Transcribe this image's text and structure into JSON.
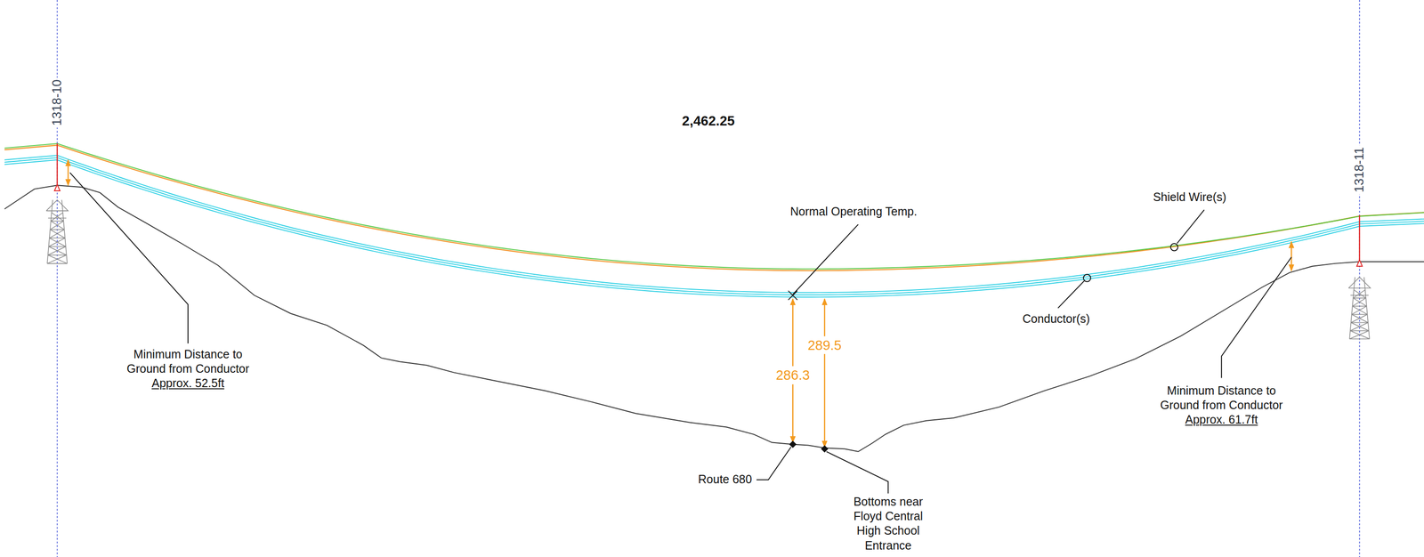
{
  "diagram": {
    "labels": [
      "1318-10",
      "2,462.25",
      "1318-11",
      "Normal Operating Temp.",
      "Shield Wire(s)",
      "Conductor(s)",
      "286.3",
      "289.5",
      "Minimum Distance to Ground from Conductor",
      "Approx. 52.5ft",
      "Minimum Distance to Ground from Conductor",
      "Approx. 61.7ft",
      "Route 680",
      "Bottoms near Floyd Central High School Entrance"
    ]
  }
}
